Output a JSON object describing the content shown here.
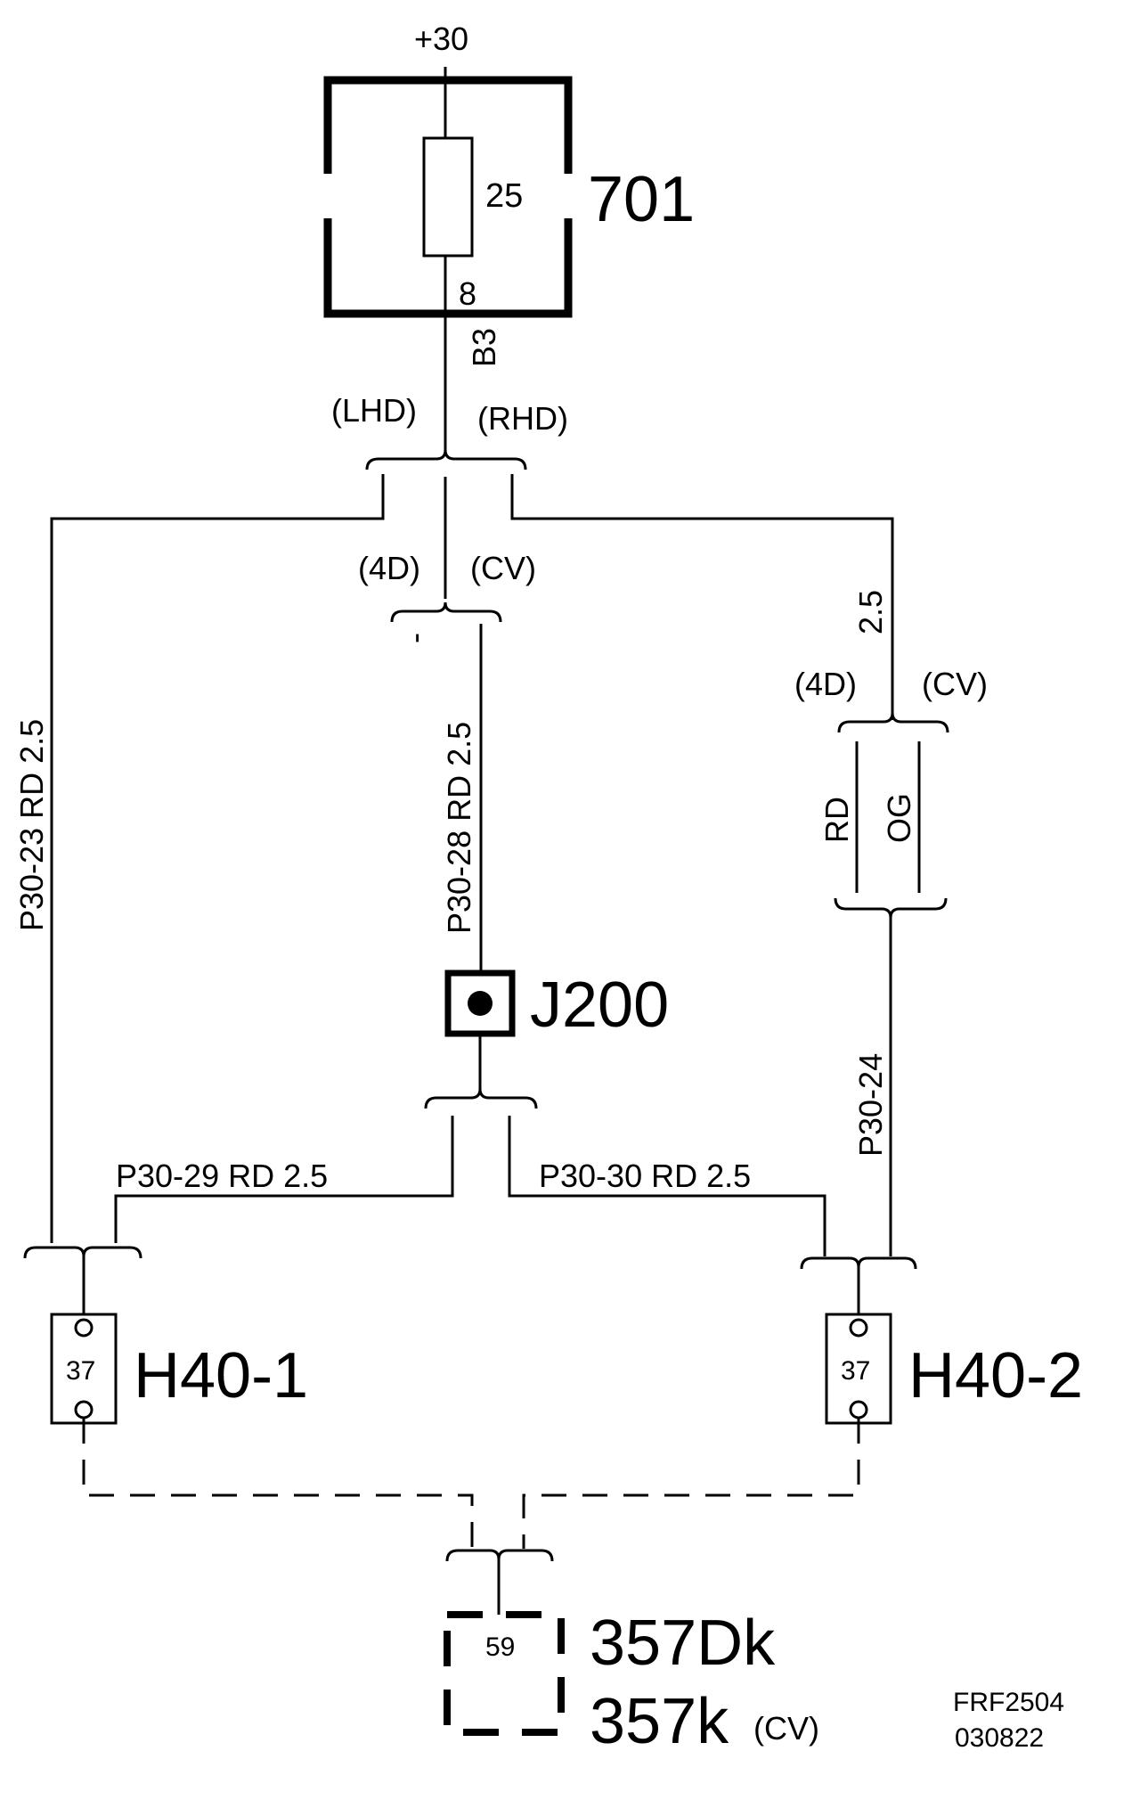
{
  "supply": {
    "label": "+30"
  },
  "fuse_box": {
    "id": "701",
    "fuse_rating": "25",
    "pin": "8",
    "socket": "B3"
  },
  "variants": {
    "lhd": "(LHD)",
    "rhd": "(RHD)",
    "four_door": "(4D)",
    "cv": "(CV)",
    "dash": "-"
  },
  "wires": {
    "p30_23": "P30-23  RD  2.5",
    "p30_28": "P30-28  RD  2.5",
    "p30_29": "P30-29  RD  2.5",
    "p30_30": "P30-30  RD  2.5",
    "p30_24": "P30-24",
    "right_gauge": "2.5",
    "right_4d": "(4D)",
    "right_cv": "(CV)",
    "color_rd": "RD",
    "color_og": "OG"
  },
  "splice": {
    "id": "J200"
  },
  "connectors": [
    {
      "id": "H40-1",
      "pin": "37"
    },
    {
      "id": "H40-2",
      "pin": "37"
    }
  ],
  "ground": {
    "pin": "59",
    "id_line1": "357Dk",
    "id_line2": "357k",
    "id_line2_suffix": "(CV)"
  },
  "footer": {
    "code": "FRF2504",
    "date": "030822"
  }
}
